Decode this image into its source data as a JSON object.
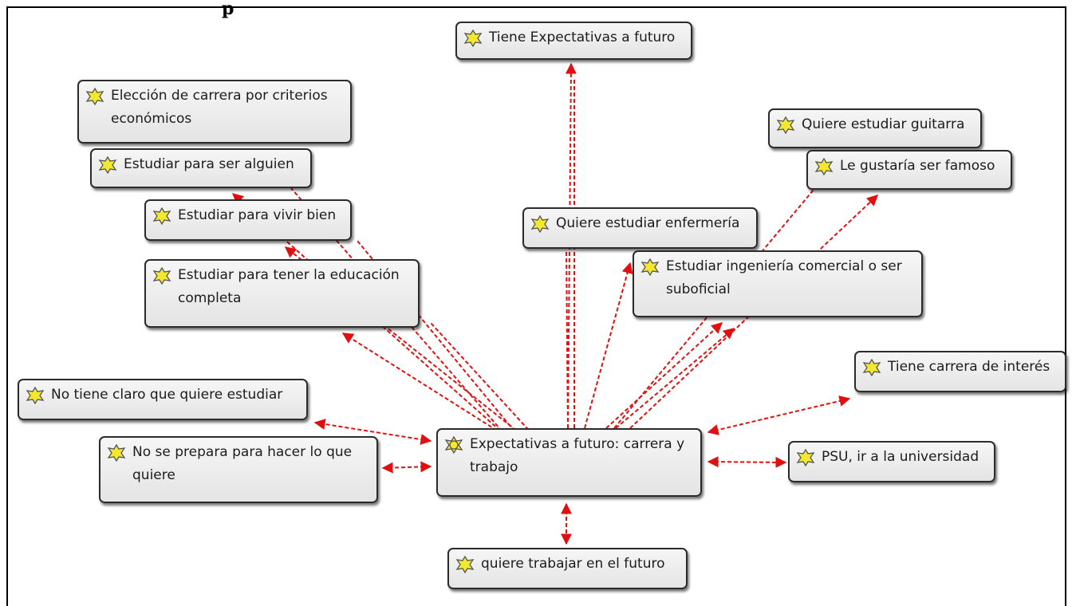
{
  "header_fragment": "p",
  "central_node": {
    "label": "Expectativas a futuro: carrera y trabajo",
    "icon": "family-node-icon"
  },
  "nodes": {
    "tiene_expectativas": "Tiene Expectativas a futuro",
    "eleccion_carrera": "Elección de carrera por criterios económicos",
    "estudiar_ser_alguien": "Estudiar para ser alguien",
    "estudiar_vivir_bien": "Estudiar para vivir bien",
    "estudiar_educacion": "Estudiar para tener la educación completa",
    "quiere_enfermeria": "Quiere estudiar enfermería",
    "ingenieria_comercial": "Estudiar ingeniería comercial o ser suboficial",
    "quiere_guitarra": "Quiere estudiar guitarra",
    "ser_famoso": "Le gustaría ser famoso",
    "carrera_interes": "Tiene carrera de interés",
    "no_tiene_claro": "No tiene claro que quiere estudiar",
    "no_se_prepara": "No se prepara para hacer lo que quiere",
    "psu": "PSU, ir a la universidad",
    "quiere_trabajar": "quiere trabajar en el futuro"
  },
  "colors": {
    "link": "#e01010",
    "node_border": "#2b2b2b",
    "icon_fill": "#f2e830"
  }
}
